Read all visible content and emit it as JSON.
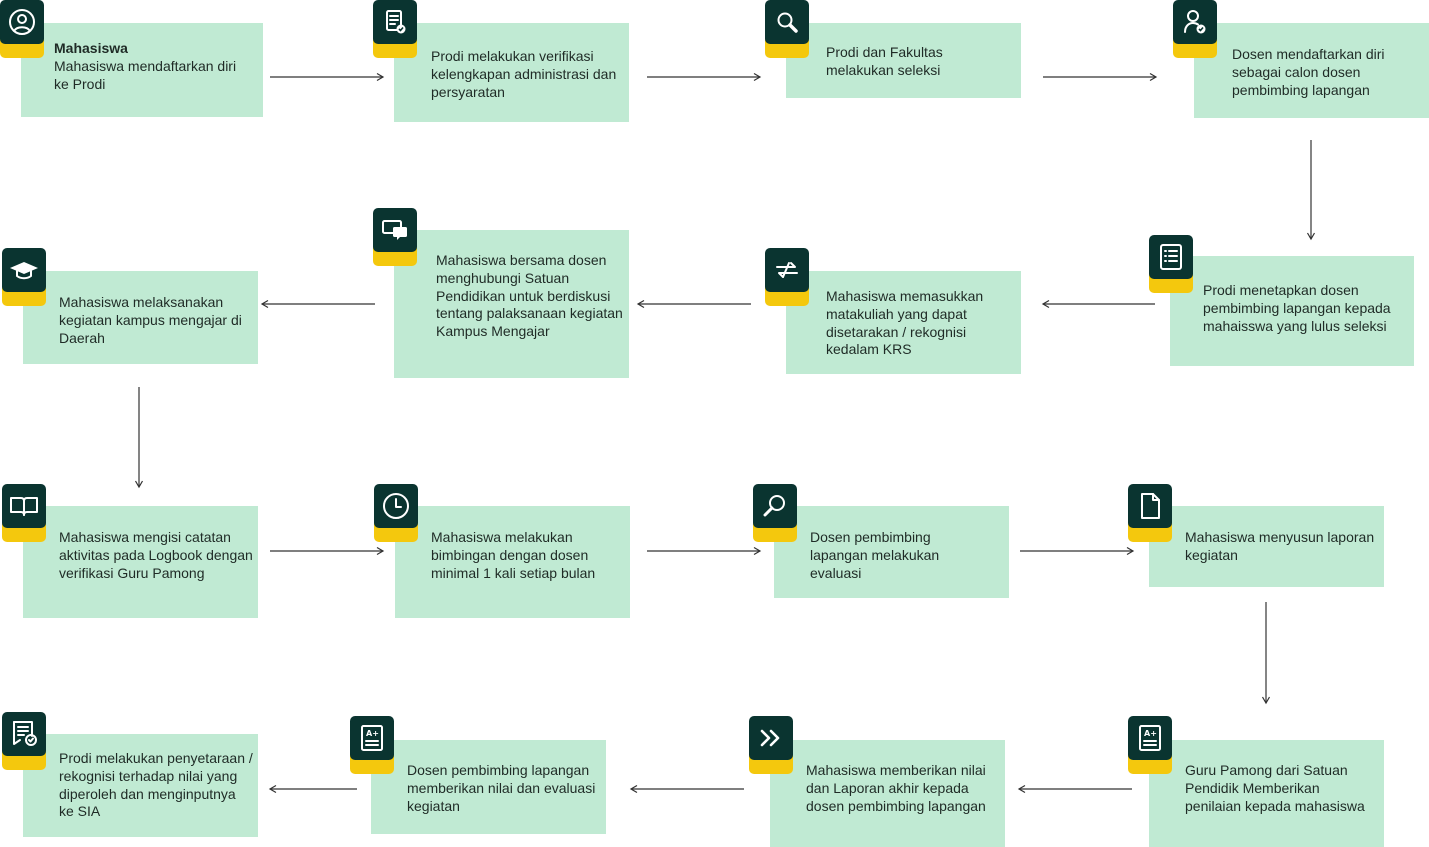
{
  "colors": {
    "box": "#c0ead3",
    "icon_bg": "#0a3430",
    "icon_tab": "#f4c80d",
    "arrow": "#333333"
  },
  "steps": [
    {
      "id": 1,
      "icon": "user-circle-icon",
      "title": "Mahasiswa",
      "text": "Mahasiswa mendaftarkan diri ke Prodi"
    },
    {
      "id": 2,
      "icon": "document-check-icon",
      "text": "Prodi melakukan verifikasi kelengkapan administrasi dan persyaratan"
    },
    {
      "id": 3,
      "icon": "search-icon",
      "text": "Prodi dan Fakultas melakukan seleksi"
    },
    {
      "id": 4,
      "icon": "user-check-icon",
      "text": "Dosen mendaftarkan diri sebagai calon dosen pembimbing lapangan"
    },
    {
      "id": 5,
      "icon": "list-icon",
      "text": "Prodi menetapkan dosen pembimbing lapangan kepada mahaisswa yang lulus seleksi"
    },
    {
      "id": 6,
      "icon": "transfer-arrows-icon",
      "text": "Mahasiswa memasukkan matakuliah yang dapat disetarakan / rekognisi kedalam KRS"
    },
    {
      "id": 7,
      "icon": "chat-bubbles-icon",
      "text": "Mahasiswa bersama dosen menghubungi Satuan Pendidikan untuk berdiskusi tentang palaksanaan kegiatan Kampus Mengajar"
    },
    {
      "id": 8,
      "icon": "graduation-cap-icon",
      "text": "Mahasiswa melaksanakan kegiatan kampus mengajar di Daerah"
    },
    {
      "id": 9,
      "icon": "open-book-icon",
      "text": "Mahasiswa mengisi catatan aktivitas pada Logbook dengan verifikasi Guru Pamong"
    },
    {
      "id": 10,
      "icon": "clock-icon",
      "text": "Mahasiswa melakukan bimbingan dengan dosen minimal 1 kali setiap bulan"
    },
    {
      "id": 11,
      "icon": "magnifier-icon",
      "text": "Dosen pembimbing lapangan melakukan evaluasi"
    },
    {
      "id": 12,
      "icon": "document-icon",
      "text": "Mahasiswa menyusun laporan kegiatan"
    },
    {
      "id": 13,
      "icon": "grade-report-icon",
      "text": "Guru Pamong dari Satuan Pendidik Memberikan penilaian kepada mahasiswa"
    },
    {
      "id": 14,
      "icon": "double-chevron-icon",
      "text": "Mahasiswa memberikan nilai dan Laporan akhir kepada dosen pembimbing lapangan"
    },
    {
      "id": 15,
      "icon": "grade-report-icon",
      "text": "Dosen pembimbing lapangan memberikan nilai dan evaluasi kegiatan"
    },
    {
      "id": 16,
      "icon": "certificate-icon",
      "text": "Prodi melakukan penyetaraan / rekognisi terhadap nilai yang diperoleh dan menginputnya ke SIA"
    }
  ]
}
